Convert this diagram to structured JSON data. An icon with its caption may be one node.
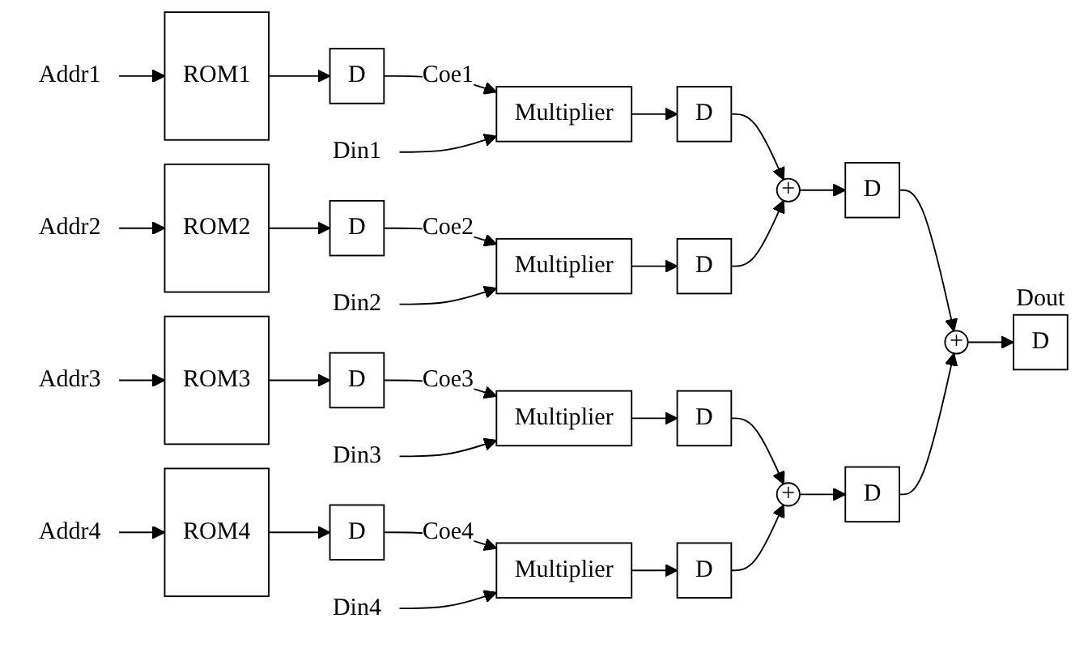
{
  "diagram": {
    "nodes": [
      {
        "text": [
          "Addr1"
        ]
      },
      {
        "text": [
          "ROM1"
        ]
      },
      {
        "text": [
          "D"
        ]
      },
      {
        "text": [
          "Multiplier"
        ]
      },
      {
        "text": [
          "Din1"
        ]
      },
      {
        "text": [
          "D"
        ]
      },
      {
        "text": [
          "Addr2"
        ]
      },
      {
        "text": [
          "ROM2"
        ]
      },
      {
        "text": [
          "D"
        ]
      },
      {
        "text": [
          "Multiplier"
        ]
      },
      {
        "text": [
          "Din2"
        ]
      },
      {
        "text": [
          "D"
        ]
      },
      {
        "text": [
          "Addr3"
        ]
      },
      {
        "text": [
          "ROM3"
        ]
      },
      {
        "text": [
          "D"
        ]
      },
      {
        "text": [
          "Multiplier"
        ]
      },
      {
        "text": [
          "Din3"
        ]
      },
      {
        "text": [
          "D"
        ]
      },
      {
        "text": [
          "Addr4"
        ]
      },
      {
        "text": [
          "ROM4"
        ]
      },
      {
        "text": [
          "D"
        ]
      },
      {
        "text": [
          "Multiplier"
        ]
      },
      {
        "text": [
          "Din4"
        ]
      },
      {
        "text": [
          "D"
        ]
      },
      {
        "text": [
          "+"
        ]
      },
      {
        "text": [
          "D"
        ]
      },
      {
        "text": [
          "+"
        ]
      },
      {
        "text": [
          "D"
        ]
      },
      {
        "text": [
          "+"
        ]
      },
      {
        "text": [
          "D"
        ],
        "beside": [
          "Dout"
        ]
      }
    ],
    "edges": [
      {
        "from": 0,
        "to": 1,
        "arrow": "to"
      },
      {
        "from": 1,
        "to": 2,
        "arrow": "to"
      },
      {
        "from": 2,
        "to": 3,
        "arrow": "to",
        "label": "Coe1"
      },
      {
        "from": 4,
        "to": 3,
        "arrow": "to"
      },
      {
        "from": 3,
        "to": 5,
        "arrow": "to"
      },
      {
        "from": 6,
        "to": 7,
        "arrow": "to"
      },
      {
        "from": 7,
        "to": 8,
        "arrow": "to"
      },
      {
        "from": 8,
        "to": 9,
        "arrow": "to",
        "label": "Coe2"
      },
      {
        "from": 10,
        "to": 9,
        "arrow": "to"
      },
      {
        "from": 9,
        "to": 11,
        "arrow": "to"
      },
      {
        "from": 12,
        "to": 13,
        "arrow": "to"
      },
      {
        "from": 13,
        "to": 14,
        "arrow": "to"
      },
      {
        "from": 14,
        "to": 15,
        "arrow": "to",
        "label": "Coe3"
      },
      {
        "from": 16,
        "to": 15,
        "arrow": "to"
      },
      {
        "from": 15,
        "to": 17,
        "arrow": "to"
      },
      {
        "from": 18,
        "to": 19,
        "arrow": "to"
      },
      {
        "from": 19,
        "to": 20,
        "arrow": "to"
      },
      {
        "from": 20,
        "to": 21,
        "arrow": "to",
        "label": "Coe4"
      },
      {
        "from": 22,
        "to": 21,
        "arrow": "to"
      },
      {
        "from": 21,
        "to": 23,
        "arrow": "to"
      },
      {
        "from": 5,
        "to": 24,
        "arrow": "to"
      },
      {
        "from": 11,
        "to": 24,
        "arrow": "to"
      },
      {
        "from": 24,
        "to": 25,
        "arrow": "to"
      },
      {
        "from": 17,
        "to": 26,
        "arrow": "to"
      },
      {
        "from": 23,
        "to": 26,
        "arrow": "to"
      },
      {
        "from": 26,
        "to": 27,
        "arrow": "to"
      },
      {
        "from": 25,
        "to": 28,
        "arrow": "to"
      },
      {
        "from": 27,
        "to": 28,
        "arrow": "to"
      },
      {
        "from": 28,
        "to": 29,
        "arrow": "to"
      }
    ]
  }
}
